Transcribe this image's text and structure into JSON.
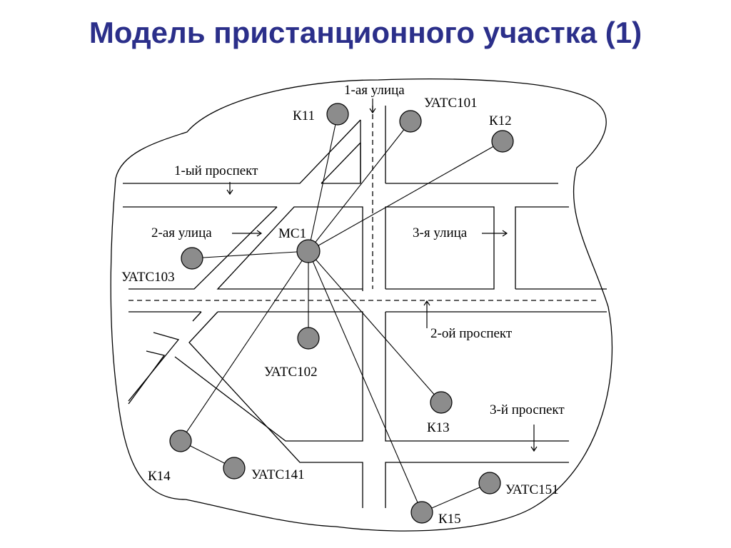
{
  "slide": {
    "title": "Модель пристанционного участка (1)"
  },
  "nodes": {
    "k11": "К11",
    "uats101": "УАТС101",
    "k12": "К12",
    "mc1": "МС1",
    "uats103": "УАТС103",
    "uats102": "УАТС102",
    "k13": "К13",
    "k14": "К14",
    "uats141": "УАТС141",
    "k15": "К15",
    "uats151": "УАТС151"
  },
  "streets": {
    "street1": "1-ая улица",
    "avenue1": "1-ый проспект",
    "street2": "2-ая улица",
    "street3": "3-я улица",
    "avenue2": "2-ой проспект",
    "avenue3": "3-й проспект"
  }
}
